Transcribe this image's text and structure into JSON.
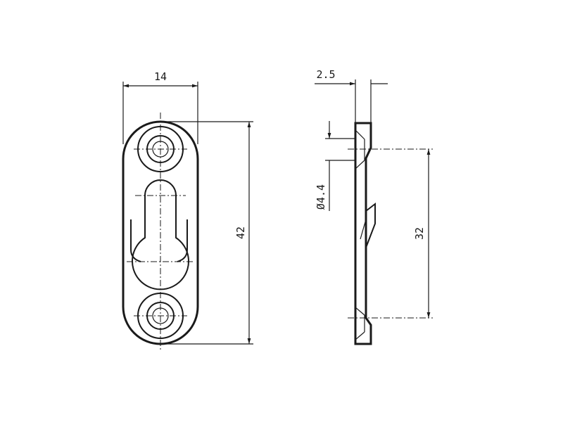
{
  "front_view": {
    "dim_width": "14",
    "dim_height": "42"
  },
  "side_view": {
    "dim_thickness": "2.5",
    "dim_hole_diameter": "Ø4.4",
    "dim_hole_spacing": "32"
  },
  "colors": {
    "line": "#1a1a1a",
    "background": "#ffffff"
  }
}
